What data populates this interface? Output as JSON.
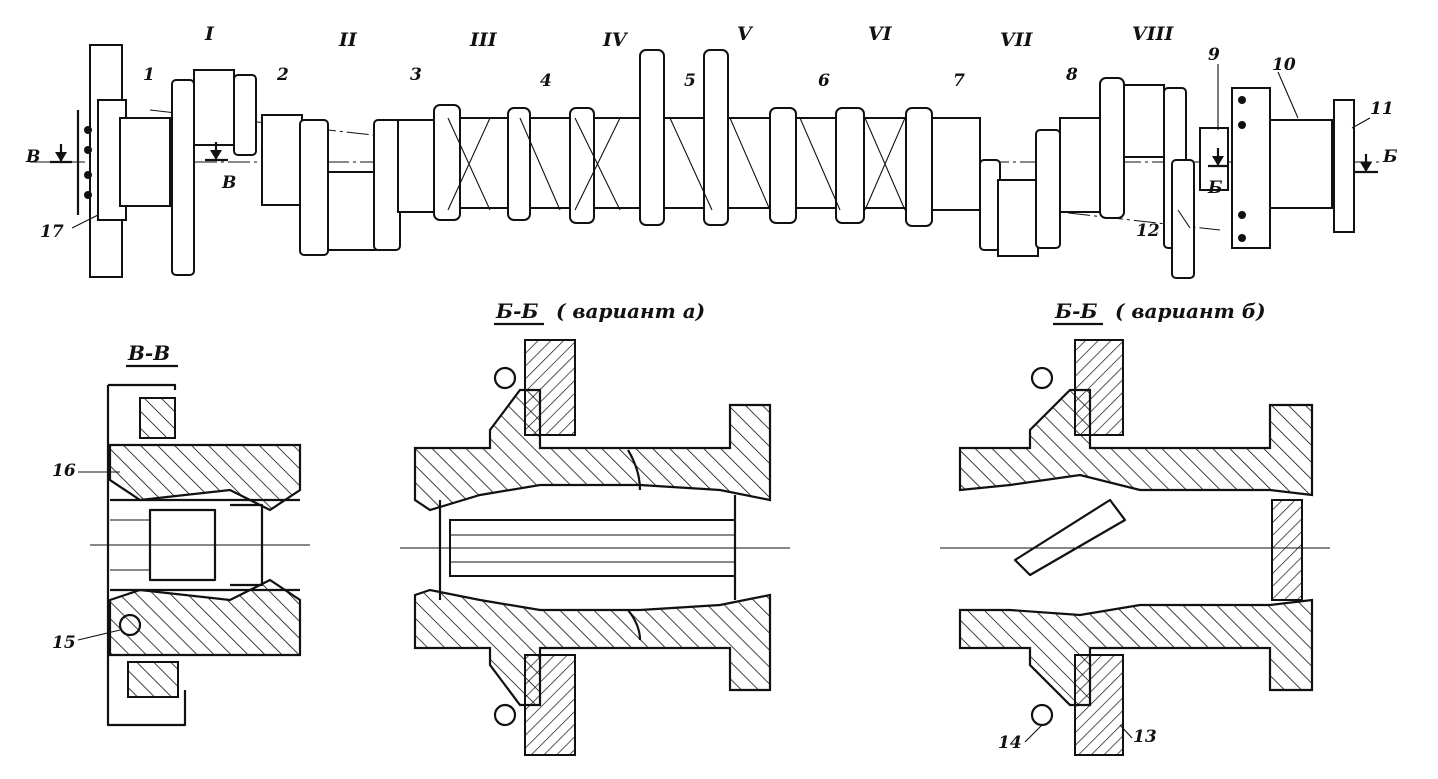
{
  "main_numbers": [
    "1",
    "2",
    "3",
    "4",
    "5",
    "6",
    "7",
    "8",
    "9",
    "10",
    "11"
  ],
  "roman_numerals": [
    "I",
    "II",
    "III",
    "IV",
    "V",
    "VI",
    "VII",
    "VIII"
  ],
  "callouts": {
    "c12": "12",
    "c13": "13",
    "c14": "14",
    "c15": "15",
    "c16": "16",
    "c17": "17"
  },
  "markers": {
    "v_left": "В",
    "v_mid": "В",
    "b_right": "Б",
    "b_mid": "Б"
  },
  "sections": {
    "vv": "В-В",
    "bb_a": "Б-Б",
    "bb_a_suffix": "( вариант а)",
    "bb_b": "Б-Б",
    "bb_b_suffix": "( вариант б)"
  },
  "colors": {
    "ink": "#111111",
    "paper": "#ffffff"
  }
}
